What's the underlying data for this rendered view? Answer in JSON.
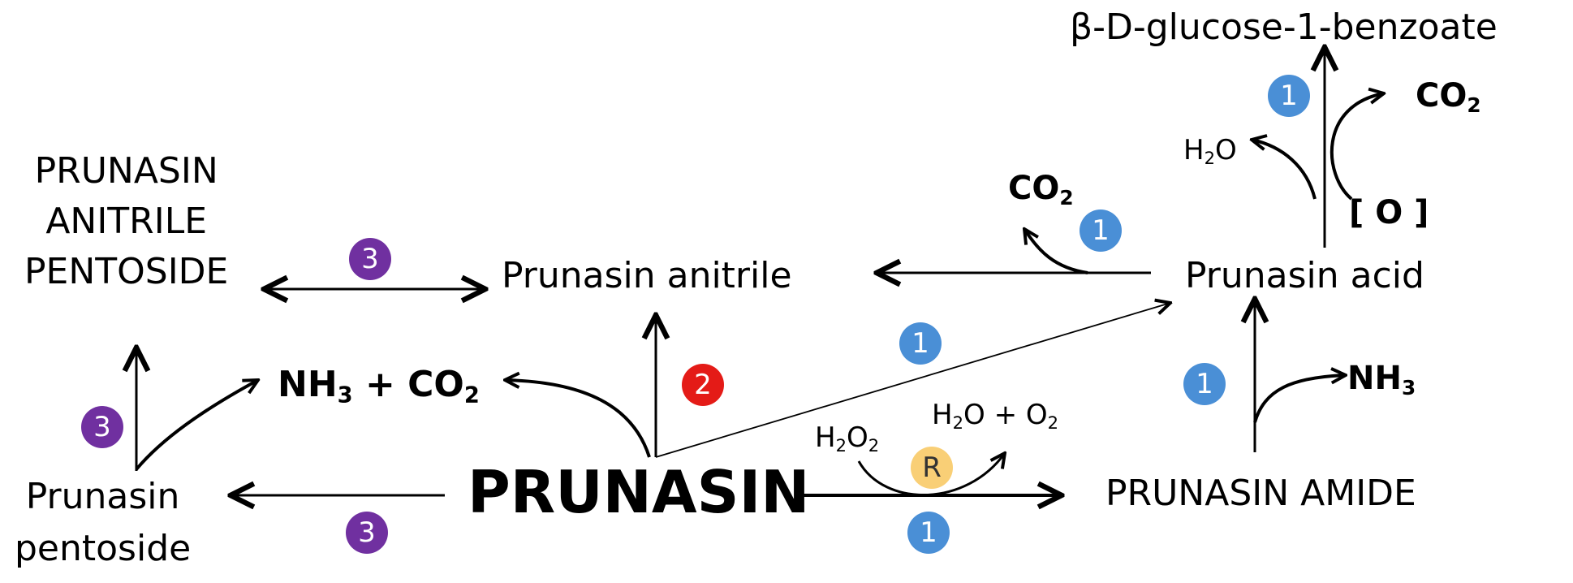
{
  "compounds": {
    "beta_glucose_benzoate": "β-D-glucose-1-benzoate",
    "prunasin_anitrile_pentoside": [
      "PRUNASIN",
      "ANITRILE",
      "PENTOSIDE"
    ],
    "prunasin_anitrile": "Prunasin anitrile",
    "prunasin_acid": "Prunasin acid",
    "prunasin": "PRUNASIN",
    "prunasin_amide": "PRUNASIN AMIDE",
    "prunasin_pentoside": [
      "Prunasin",
      "pentoside"
    ]
  },
  "byproducts": {
    "co2_top": {
      "base": "CO",
      "sub": "2"
    },
    "h2o_top": {
      "base": "H",
      "sub": "2",
      "tail": "O"
    },
    "oxygen_bracket": "[ O ]",
    "co2_anitrile": {
      "base": "CO",
      "sub": "2"
    },
    "nh3_co2": {
      "a": "NH",
      "a_sub": "3",
      "mid": " + CO",
      "b_sub": "2"
    },
    "nh3_amide": {
      "base": "NH",
      "sub": "3"
    },
    "h2o2": {
      "a": "H",
      "a_sub": "2",
      "b": "O",
      "b_sub": "2"
    },
    "h2o_o2": {
      "a": "H",
      "a_sub": "2",
      "mid": "O + O",
      "b_sub": "2"
    }
  },
  "badges": {
    "glucose_step": "1",
    "acid_to_anitrile": "1",
    "amide_to_acid": "1",
    "prunasin_to_acid": "1",
    "prunasin_to_amide": "1",
    "prunasin_to_anitrile": "2",
    "anitrile_pentoside": "3",
    "pentoside_up": "3",
    "prunasin_to_pentoside": "3",
    "reductase": "R"
  },
  "colors": {
    "enzyme_1": "#4a8fd6",
    "enzyme_2": "#e41b17",
    "enzyme_3": "#7030a0",
    "enzyme_R": "#f9cf76"
  }
}
